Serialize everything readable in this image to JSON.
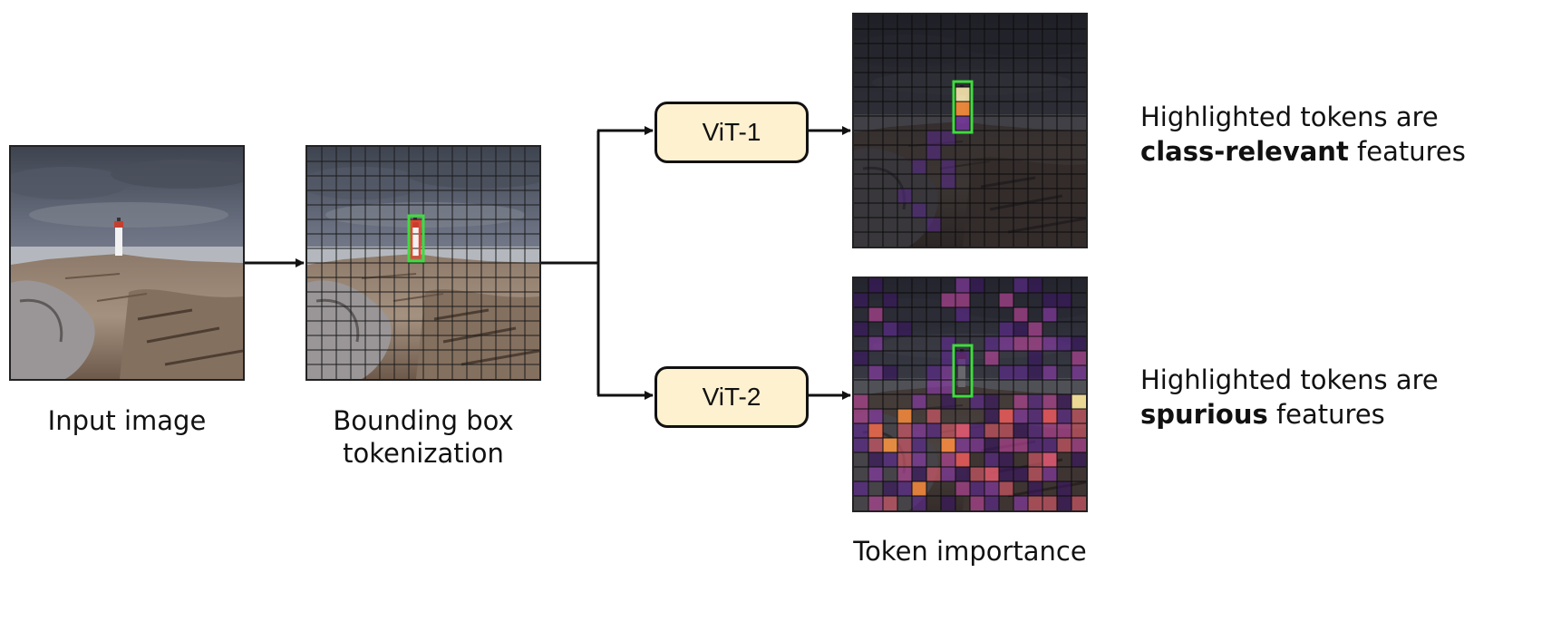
{
  "input_caption": "Input image",
  "tokenize_caption_line1": "Bounding box",
  "tokenize_caption_line2": "tokenization",
  "vit1_label": "ViT-1",
  "vit2_label": "ViT-2",
  "importance_caption": "Token importance",
  "note1": {
    "prefix": "Highlighted tokens are",
    "bold": "class-relevant",
    "suffix": " features"
  },
  "note2": {
    "prefix": "Highlighted tokens are",
    "bold": "spurious",
    "suffix": " features"
  },
  "colors": {
    "bbox_outer": "#3fdc3f",
    "bbox_inner": "#e8452c",
    "box_fill": "#fdf1cf"
  },
  "grid": {
    "rows": 16,
    "cols": 16
  }
}
